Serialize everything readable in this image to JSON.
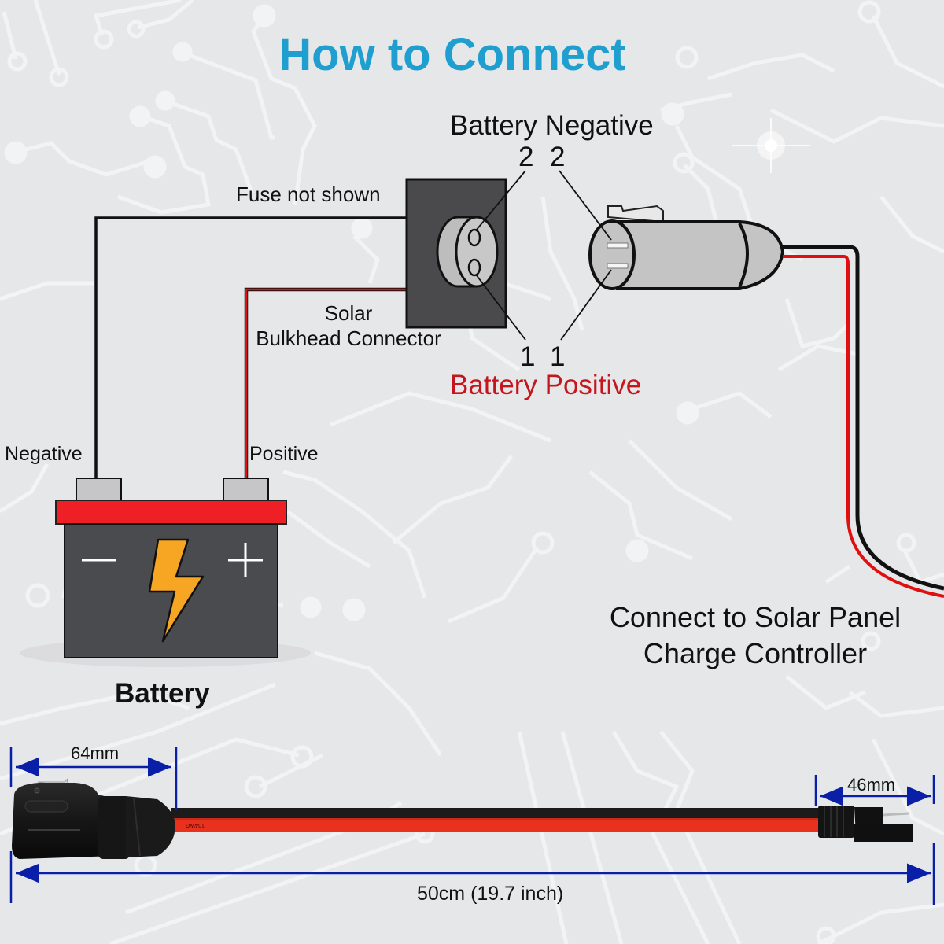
{
  "title": "How to Connect",
  "colors": {
    "accent": "#1e9fcf",
    "red": "#c4161c",
    "wire_red": "#e10f0f",
    "wire_black": "#111111",
    "dimension_blue": "#0a1fa8",
    "battery_body": "#4a4b4f",
    "battery_lid": "#ee2026",
    "bolt": "#f6a623",
    "background": "#e6e7e9"
  },
  "connector_diagram": {
    "battery_negative_label": "Battery Negative",
    "battery_positive_label": "Battery Positive",
    "pin_labels": {
      "top_left": "2",
      "top_right": "2",
      "bottom_left": "1",
      "bottom_right": "1"
    },
    "fuse_note": "Fuse not shown",
    "bulkhead_label_line1": "Solar",
    "bulkhead_label_line2": "Bulkhead Connector",
    "controller_label_line1": "Connect to Solar Panel",
    "controller_label_line2": "Charge Controller"
  },
  "battery": {
    "label": "Battery",
    "negative_terminal_label": "Negative",
    "positive_terminal_label": "Positive",
    "minus_symbol": "minus-icon",
    "plus_symbol": "plus-icon",
    "center_icon": "lightning-bolt-icon"
  },
  "cable_dimensions": {
    "bulkhead_length": "64mm",
    "sae_plug_length": "46mm",
    "total_length": "50cm (19.7 inch)"
  }
}
